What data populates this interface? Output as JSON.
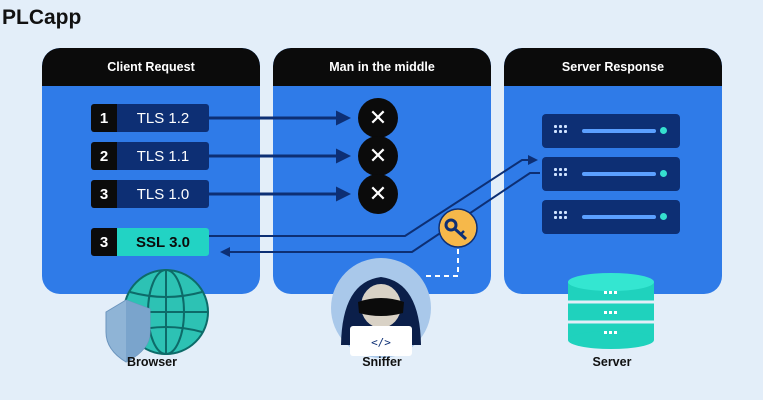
{
  "brand": "PLCapp",
  "panels": {
    "client": "Client Request",
    "mitm": "Man in the middle",
    "server": "Server Response"
  },
  "requests": [
    {
      "num": "1",
      "label": "TLS 1.2"
    },
    {
      "num": "2",
      "label": "TLS 1.1"
    },
    {
      "num": "3",
      "label": "TLS 1.0"
    },
    {
      "num": "3",
      "label": "SSL 3.0"
    }
  ],
  "captions": {
    "browser": "Browser",
    "sniffer": "Sniffer",
    "server": "Server"
  },
  "icons": {
    "blocked": "x-icon",
    "key": "key-icon",
    "browser": "globe-shield-icon",
    "sniffer": "hacker-icon",
    "server": "database-icon",
    "rack": "server-rack-icon"
  },
  "colors": {
    "panel": "#2f7be8",
    "panel_header": "#0b0b0b",
    "tls_label": "#0d2f74",
    "ssl_label": "#22d3c4",
    "arrow": "#0d2f74",
    "key_badge": "#f6b84a",
    "background": "#e3eef9"
  }
}
